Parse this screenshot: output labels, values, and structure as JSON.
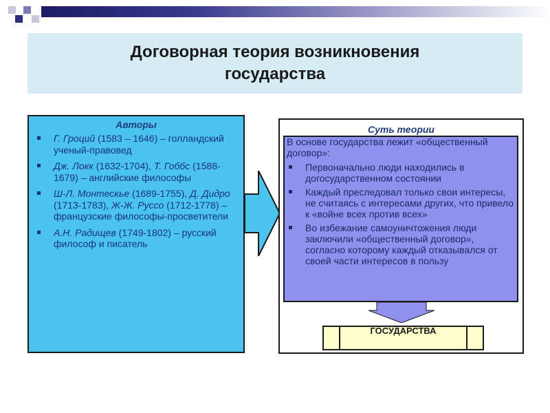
{
  "title": "Договорная теория возникновения\nгосударства",
  "authors": {
    "heading": "Авторы",
    "items": [
      {
        "name": "Г. Гроций",
        "text": " (1583 – 1646) – голландский ученый-правовед"
      },
      {
        "name": "Дж. Локк",
        "text": " (1632-1704), ",
        "name2": "Т. Гоббс",
        "text2": " (1588-1679) – английские философы"
      },
      {
        "name": " Ш-Л. Монтескье",
        "text": " (1689-1755), ",
        "name2": "Д. Дидро",
        "text2": " (1713-1783), ",
        "name3": "Ж-Ж. Руссо",
        "text3": " (1712-1778) – французские философы-просветители"
      },
      {
        "name": "А.Н. Радищев",
        "text": " (1749-1802) – русский философ и писатель"
      }
    ]
  },
  "essence": {
    "heading": "Суть теории",
    "lead": "В основе государства лежит «общественный договор»:",
    "items": [
      "Первоначально люди находились в догосударственном состоянии",
      "Каждый преследовал только свои интересы, не считаясь с интересами других, что привело к «войне всех против всех»",
      "Во избежание самоуничтожения люди заключили «общественный договор», согласно которому каждый отказывался от своей части интересов в пользу"
    ]
  },
  "result": "ГОСУДАРСТВА",
  "colors": {
    "authors_bg": "#4bc3ef",
    "essence_bg": "#9090ee",
    "title_bg": "#d5ecf4",
    "arrow_fill": "#4bc3ef",
    "result_bg": "#ffffcc"
  }
}
